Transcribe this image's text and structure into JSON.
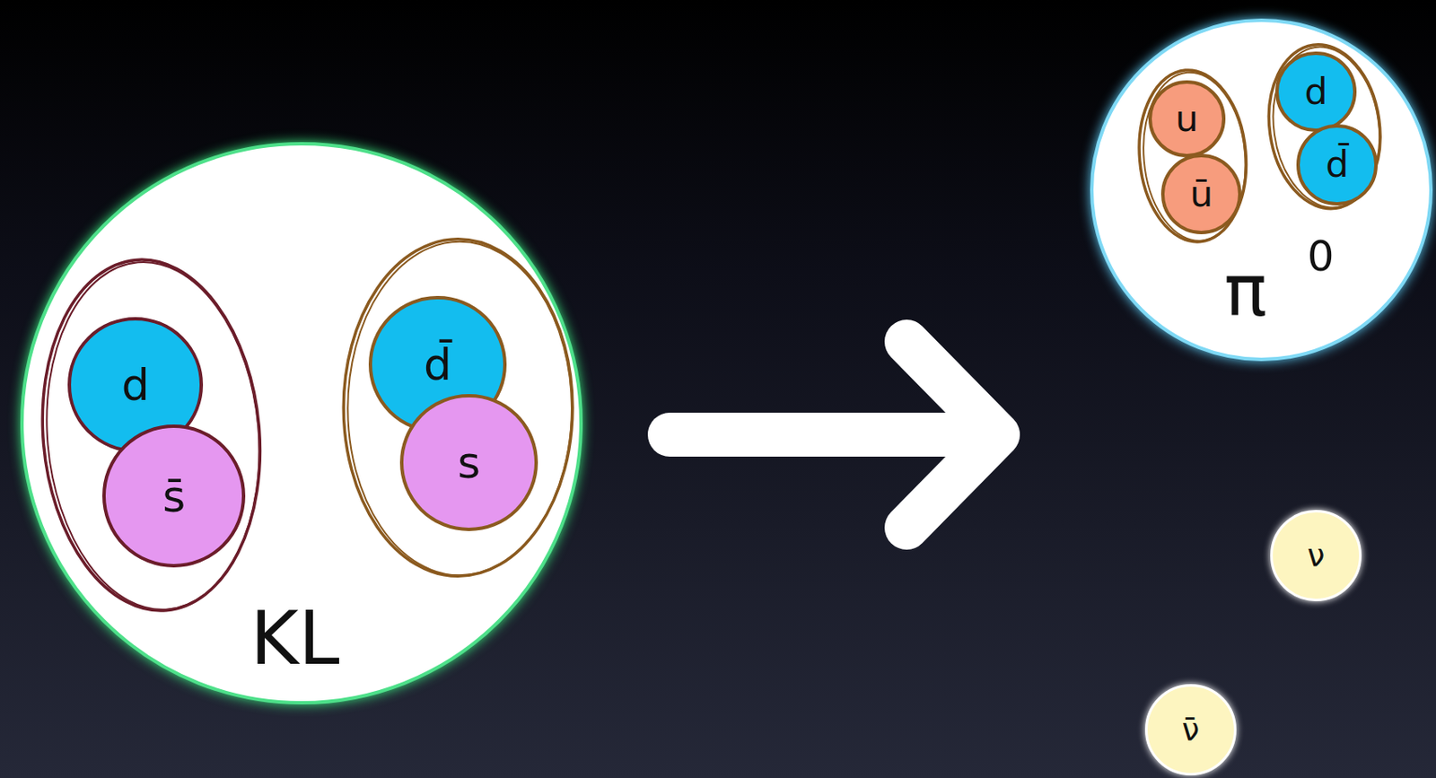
{
  "diagram": {
    "nodes": [
      {
        "text": [
          "KL"
        ]
      },
      {
        "text": [
          "d"
        ],
        "in": 0
      },
      {
        "text": [
          "s̄"
        ],
        "in": 0
      },
      {
        "text": [
          "d̄"
        ],
        "in": 0
      },
      {
        "text": [
          "s"
        ],
        "in": 0
      },
      {
        "text": [
          "π",
          "0"
        ]
      },
      {
        "text": [
          "u"
        ],
        "in": 5
      },
      {
        "text": [
          "ū"
        ],
        "in": 5
      },
      {
        "text": [
          "d"
        ],
        "in": 5
      },
      {
        "text": [
          "d̄"
        ],
        "in": 5
      },
      {
        "text": [
          "ν"
        ]
      },
      {
        "text": [
          "ν̄"
        ]
      }
    ]
  }
}
